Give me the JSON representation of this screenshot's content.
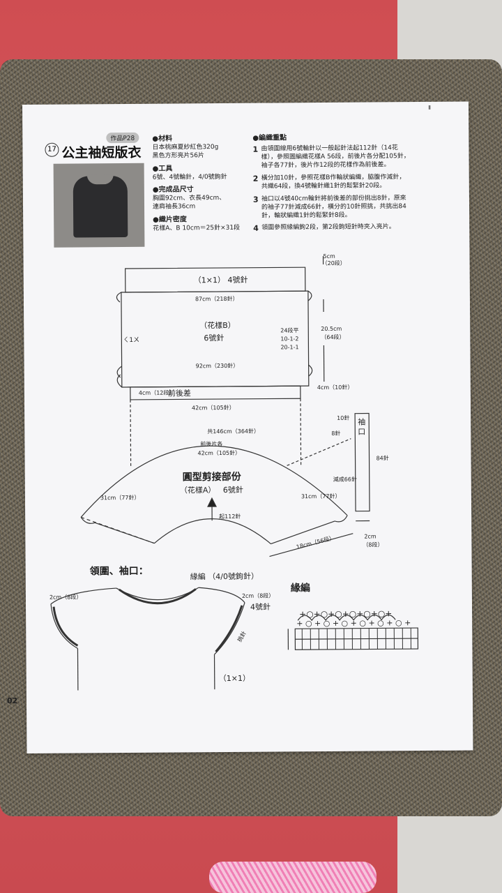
{
  "header": {
    "page_ref": "作品P28",
    "number": "17",
    "title": "公主袖短版衣",
    "corner_mark": "Ⅱ"
  },
  "info": {
    "materials_head": "●材料",
    "materials": [
      "日本桃麻夏紗紅色320g",
      "黑色方形亮片56片"
    ],
    "tools_head": "●工具",
    "tools": "6號、4號輪針，4/0號鉤針",
    "size_head": "●完成品尺寸",
    "size": [
      "胸圍92cm、衣長49cm、",
      "連肩袖長36cm"
    ],
    "gauge_head": "●織片密度",
    "gauge": "花樣A、B 10cm＝25針×31段"
  },
  "points": {
    "head": "●編織重點",
    "steps": [
      {
        "n": "1",
        "lines": [
          "由領圍線用6號輪針以一般起針法起112針（14花",
          "樣），參照圖編織花樣A 56段，前後片各分配105針，",
          "袖子各77針，後片作12段的花樣作為前後差。"
        ]
      },
      {
        "n": "2",
        "lines": [
          "橫分加10針，參照花樣B作輪狀編織，脇腹作減針，",
          "共織64段，換4號輪針織1針的鬆緊針20段。"
        ]
      },
      {
        "n": "3",
        "lines": [
          "袖口以4號40cm輪針將前後差的部份挑出8針，原來",
          "的袖子77針減成66針，橫分的10針照挑，共挑出84",
          "針，輪狀編織1針的鬆緊針8段。"
        ]
      },
      {
        "n": "4",
        "lines": [
          "領圍參照緣編鉤2段，第2段鉤短針時夾入亮片。"
        ]
      }
    ]
  },
  "body_diagram": {
    "rib": "（1×1） 4號針",
    "top_width": "87cm（218針）",
    "pattern": "（花樣B）",
    "needle": "6號針",
    "side_mark": "ㄑ1ㄨ",
    "dec": [
      "24段平",
      "10-1-2",
      "20-1-1"
    ],
    "bottom_width": "92cm（230針）",
    "rib_h": [
      "5cm",
      "（20段）"
    ],
    "body_h": [
      "20.5cm",
      "（64段）"
    ],
    "under": "4cm（10針）",
    "fb_left": "4cm（12段）",
    "fb_label": "前後差",
    "fb_width": "42cm（105針）"
  },
  "yoke_diagram": {
    "outer": "共146cm（364針）",
    "front_back": "前後片各",
    "front_back_w": "42cm（105針）",
    "title": "圓型剪接部份",
    "pattern": "（花樣A）",
    "needle": "6號針",
    "left_sleeve": "31cm（77針）",
    "right_sleeve": "31cm（77針）",
    "start": "起112針",
    "depth": "18cm（56段）"
  },
  "sleeve_diagram": {
    "label_top": "10針",
    "label_pick": "8針",
    "label": "袖口",
    "total": "84針",
    "dec": "減成66針",
    "height": [
      "2cm",
      "（8段）"
    ]
  },
  "neck_diagram": {
    "title": "領圍、袖口：",
    "edge": "緣編 （4/0號鉤針）",
    "left_h": "2cm（8段）",
    "right_h": "2cm（8段）",
    "right_needle": "4號針",
    "pick": "挑針",
    "rib": "（1×1）"
  },
  "edge_chart": {
    "title": "緣編",
    "row_symbols": [
      "+○+○+○+○+○+○+",
      "+ ○ + ○ + ○ + ○ + ○ + ○ +"
    ]
  },
  "page_number": "02"
}
